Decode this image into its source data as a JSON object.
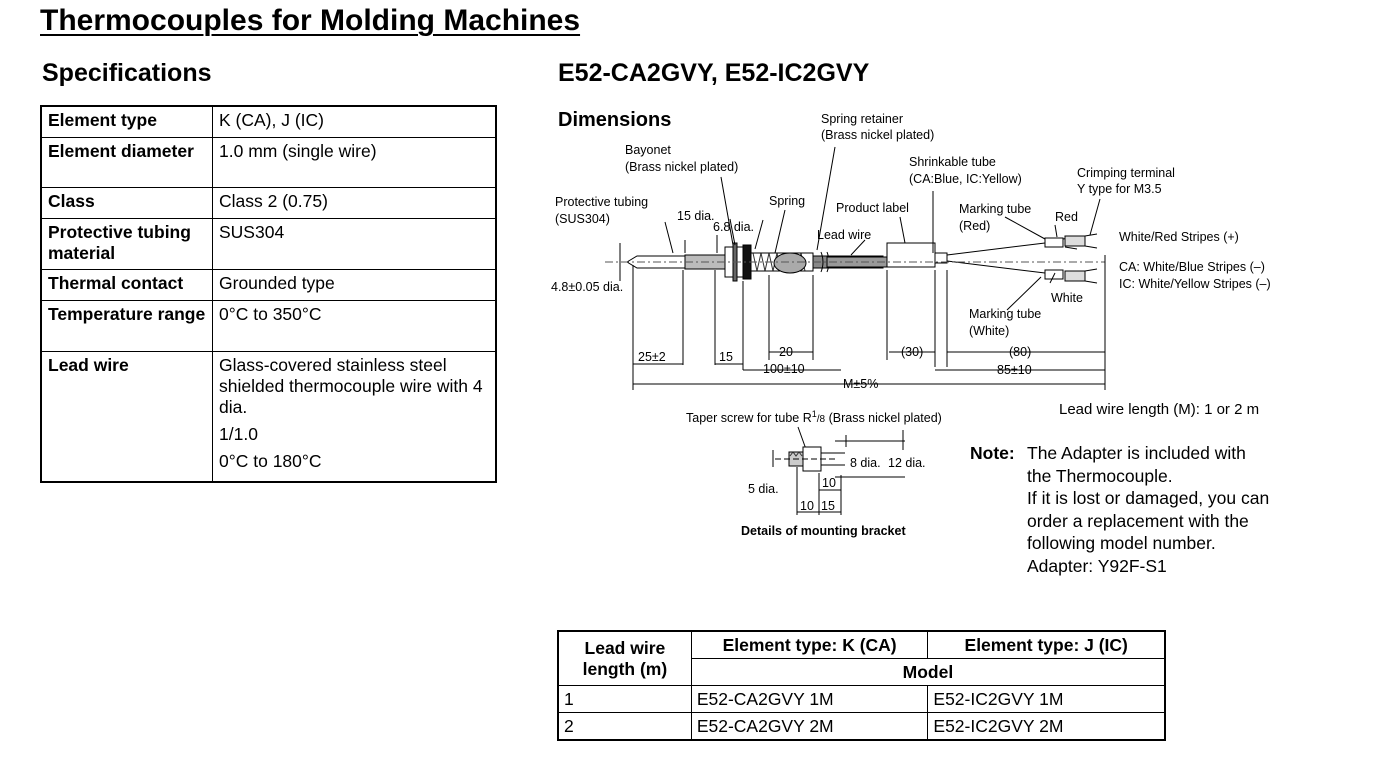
{
  "page_title": "Thermocouples for Molding Machines",
  "specifications": {
    "title": "Specifications",
    "rows": [
      {
        "label": "Element type",
        "value": "K (CA), J (IC)"
      },
      {
        "label": "Element diameter",
        "value": "1.0 mm (single wire)"
      },
      {
        "label": "Class",
        "value": "Class 2 (0.75)"
      },
      {
        "label": "Protective tubing material",
        "value": "SUS304"
      },
      {
        "label": "Thermal contact",
        "value": "Grounded type"
      },
      {
        "label": "Temperature range",
        "value": "0°C to 350°C"
      },
      {
        "label": "Lead wire",
        "value": "Glass-covered stainless steel shielded thermocouple wire with 4 dia.",
        "value2": "1/1.0",
        "value3": "0°C to 180°C"
      }
    ]
  },
  "product": {
    "title": "E52-CA2GVY, E52-IC2GVY",
    "dimensions_title": "Dimensions",
    "diagram_labels": {
      "spring_retainer": "Spring retainer",
      "spring_retainer_sub": "(Brass nickel plated)",
      "bayonet": "Bayonet",
      "bayonet_sub": "(Brass nickel plated)",
      "shrinkable_tube": "Shrinkable tube",
      "shrinkable_tube_sub": "(CA:Blue, IC:Yellow)",
      "crimping_terminal": "Crimping terminal",
      "crimping_terminal_sub": "Y type for M3.5",
      "protective_tubing": "Protective tubing",
      "protective_tubing_sub": "(SUS304)",
      "dia_15": "15 dia.",
      "dia_68": "6.8 dia.",
      "spring": "Spring",
      "product_label": "Product label",
      "marking_tube_red": "Marking tube",
      "marking_tube_red_sub": "(Red)",
      "red": "Red",
      "lead_wire": "Lead wire",
      "white_red_stripes": "White/Red Stripes (+)",
      "ca_stripes": "CA: White/Blue Stripes (–)",
      "ic_stripes": "IC: White/Yellow Stripes (–)",
      "dia_48": "4.8±0.05 dia.",
      "white": "White",
      "marking_tube_white": "Marking tube",
      "marking_tube_white_sub": "(White)",
      "d_25": "25±2",
      "d_15": "15",
      "d_20": "20",
      "d_30": "(30)",
      "d_80": "(80)",
      "d_100": "100±10",
      "d_85": "85±10",
      "d_m": "M±5%",
      "taper_screw": "Taper screw for tube R",
      "taper_sup": "1",
      "taper_sub": "/8",
      "taper_rest": " (Brass nickel plated)",
      "dia_8": "8 dia.",
      "dia_12": "12 dia.",
      "dia_5": "5 dia.",
      "b_10a": "10",
      "b_10b": "10",
      "b_15": "15",
      "bracket_caption": "Details of mounting bracket"
    },
    "lead_wire_caption": "Lead wire length (M): 1 or 2 m",
    "note_label": "Note:",
    "note_lines": [
      "The Adapter is included with",
      "the Thermocouple.",
      "If it is lost or damaged, you can",
      "order a replacement with the",
      "following model number.",
      "Adapter: Y92F-S1"
    ]
  },
  "model_table": {
    "col_length": "Lead wire length (m)",
    "col_k": "Element type: K (CA)",
    "col_j": "Element type: J (IC)",
    "model_header": "Model",
    "rows": [
      {
        "length": "1",
        "k": "E52-CA2GVY 1M",
        "j": "E52-IC2GVY 1M"
      },
      {
        "length": "2",
        "k": "E52-CA2GVY 2M",
        "j": "E52-IC2GVY 2M"
      }
    ]
  }
}
